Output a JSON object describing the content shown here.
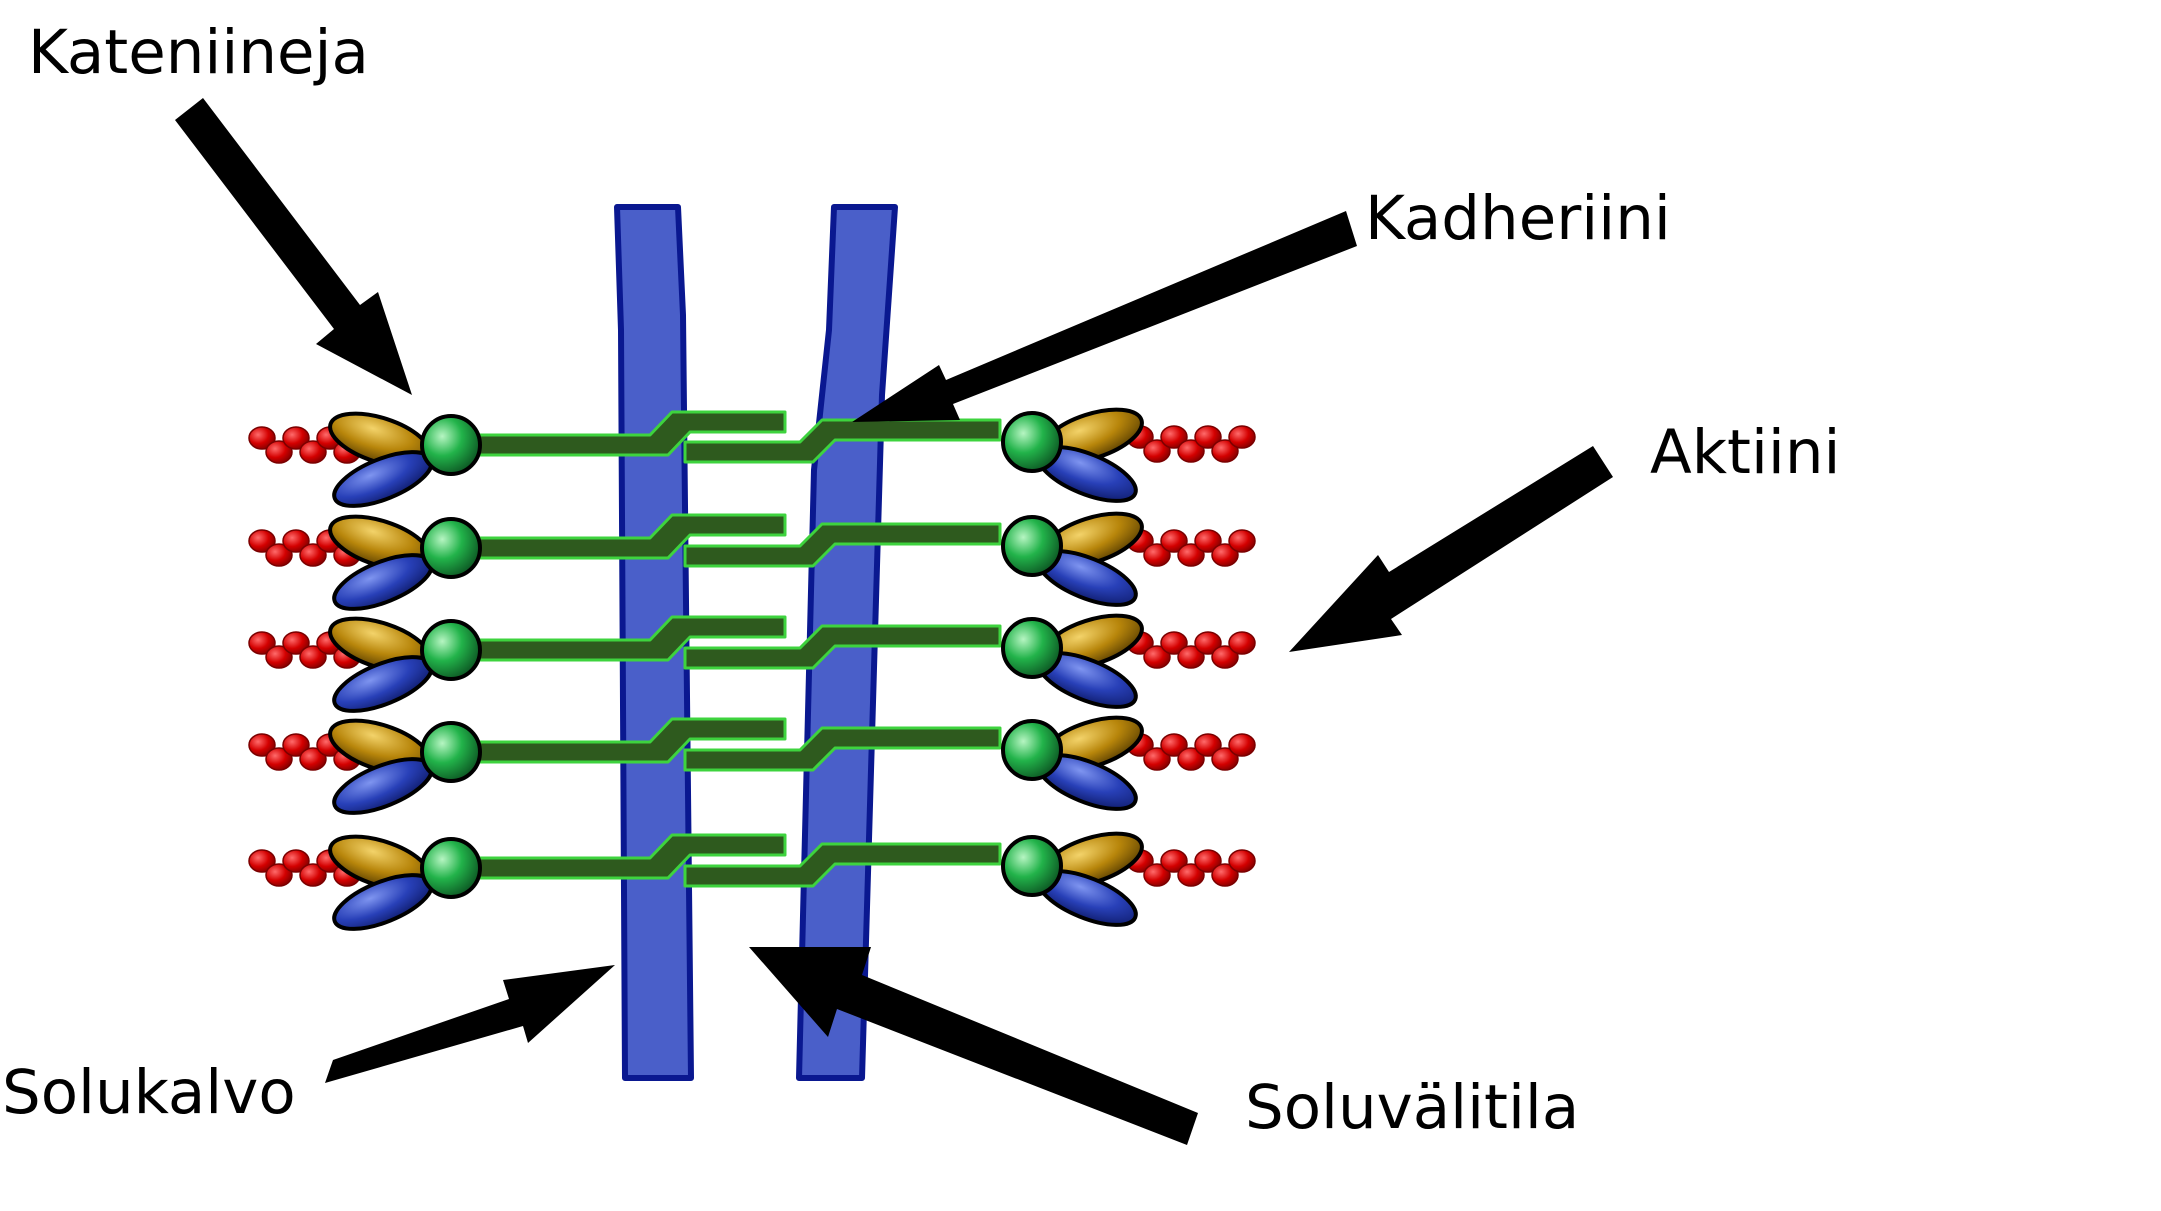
{
  "labels": {
    "catenins": "Kateniineja",
    "cadherin": "Kadheriini",
    "actin": "Aktiini",
    "membrane": "Solukalvo",
    "intercellular_space": "Soluvälitila"
  },
  "junction_rows": 5,
  "colors": {
    "membrane_fill": "#4a5fc9",
    "membrane_stroke": "#0a1890",
    "cadherin_fill": "#2e5a1e",
    "cadherin_stroke": "#3ed33e",
    "actin": "#cc0000",
    "catenin_gold": "#b8860b",
    "catenin_blue": "#2840b8",
    "catenin_green": "#16a34a",
    "arrow": "#000000"
  }
}
